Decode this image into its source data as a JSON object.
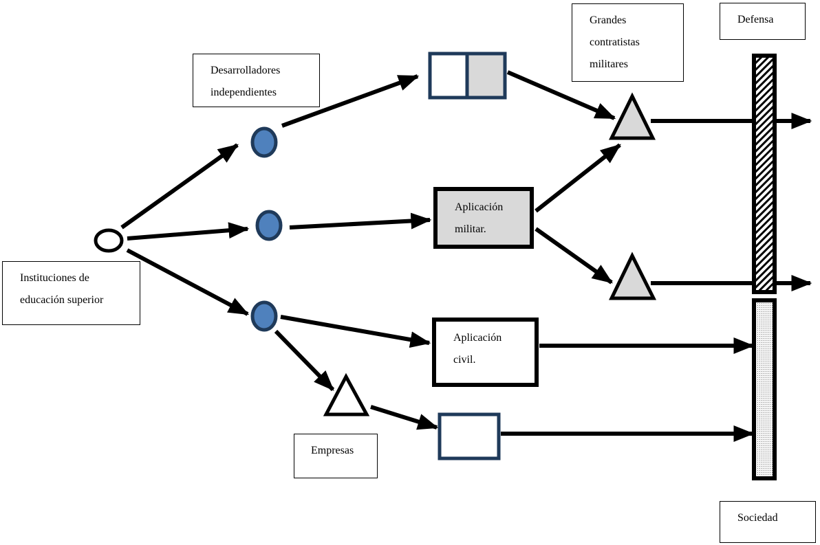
{
  "labels": {
    "desarrolladores": [
      "Desarrolladores",
      "independientes"
    ],
    "grandes": [
      "Grandes",
      "contratistas",
      "militares"
    ],
    "defensa": "Defensa",
    "instituciones": [
      "Instituciones de",
      "educación superior"
    ],
    "empresas": "Empresas",
    "sociedad": "Sociedad",
    "aplicacion_militar": [
      "Aplicación",
      "militar."
    ],
    "aplicacion_civil": [
      "Aplicación",
      "civil."
    ]
  },
  "colors": {
    "line": "#000000",
    "node_blue": "#4f81bd",
    "node_border": "#1f3a5a",
    "fill_grey": "#d9d9d9"
  }
}
